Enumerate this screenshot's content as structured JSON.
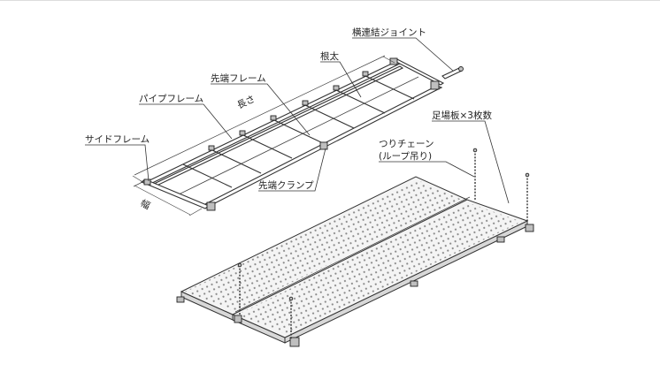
{
  "labels": {
    "joint": "横連結ジョイント",
    "beam": "根太",
    "tip_frame": "先端フレーム",
    "pipe_frame": "パイプフレーム",
    "length": "長さ",
    "side_frame": "サイドフレーム",
    "width": "幅",
    "tip_clamp": "先端クランプ",
    "boards": "足場板×3枚数",
    "chain_1": "つりチェーン",
    "chain_2": "(ループ吊り)"
  }
}
